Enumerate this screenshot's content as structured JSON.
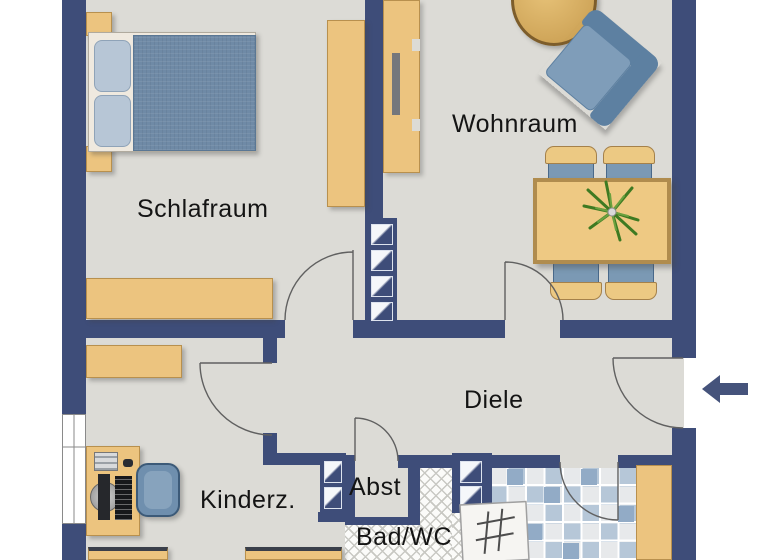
{
  "plan": {
    "rooms": {
      "schlafraum": "Schlafraum",
      "wohnraum": "Wohnraum",
      "diele": "Diele",
      "kinderzimmer": "Kinderz.",
      "abstellraum": "Abst",
      "bad_wc": "Bad/WC"
    },
    "colors": {
      "wall": "#3e4d79",
      "floor": "#dcdbd6",
      "wood": "#ecc47f",
      "upholstery_blue": "#7190ac",
      "tile_blue": "#b6c7d8",
      "hatch_line": "#c8c8c3",
      "background": "#ffffff"
    }
  }
}
